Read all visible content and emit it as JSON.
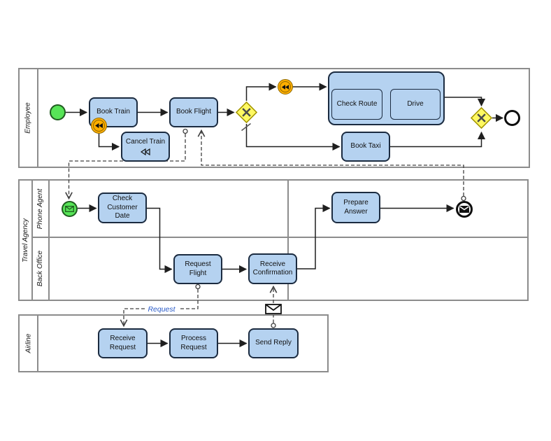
{
  "diagram_type": "BPMN collaboration diagram",
  "colors": {
    "pool_stroke": "#8C8C8C",
    "task_fill": "#B5D2F0",
    "task_stroke": "#1B2B40",
    "gateway_fill": "#FFF962",
    "gateway_stroke": "#A39500",
    "gateway_marker": "#4A4A4A",
    "start_fill": "#57E457",
    "start_stroke": "#1F5C1F",
    "compensation_fill": "#FFAE00",
    "compensation_stroke": "#8F6A00",
    "flow_stroke": "#1F1F1F",
    "message_flow_stroke": "#404040",
    "message_label": "#2A5BC8",
    "end_stroke": "#0D0D0D"
  },
  "pools": {
    "employee": {
      "label": "Employee"
    },
    "travel_agency": {
      "label": "Travel Agency",
      "lanes": {
        "phone_agent": {
          "label": "Phone Agent"
        },
        "back_office": {
          "label": "Back Office"
        }
      }
    },
    "airline": {
      "label": "Airline"
    }
  },
  "nodes": {
    "book_train": {
      "label": "Book Train"
    },
    "cancel_train": {
      "label": "Cancel Train"
    },
    "book_flight": {
      "label": "Book Flight"
    },
    "check_route": {
      "label": "Check Route"
    },
    "drive": {
      "label": "Drive"
    },
    "book_taxi": {
      "label": "Book Taxi"
    },
    "check_customer_date": {
      "label": "Check Customer Date"
    },
    "prepare_answer": {
      "label": "Prepare Answer"
    },
    "request_flight": {
      "label": "Request Flight"
    },
    "receive_confirmation": {
      "label": "Receive Confirmation"
    },
    "receive_request": {
      "label": "Receive Request"
    },
    "process_request": {
      "label": "Process Request"
    },
    "send_reply": {
      "label": "Send Reply"
    }
  },
  "flows": {
    "request_message_label": "Request"
  }
}
